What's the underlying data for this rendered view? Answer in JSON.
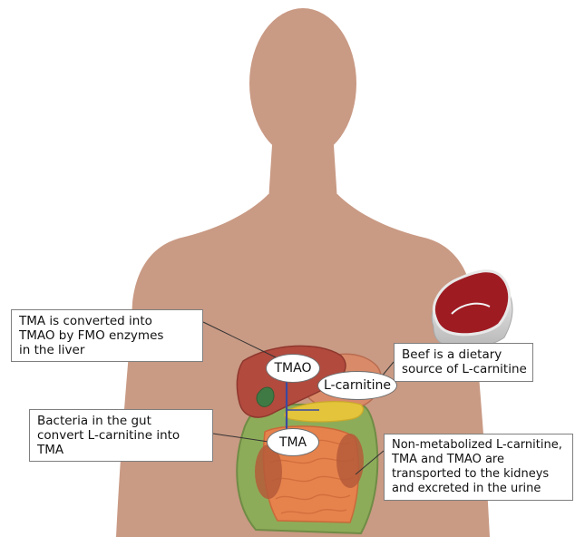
{
  "callouts": {
    "liver": {
      "lines": [
        "TMA is converted into",
        "TMAO by FMO enzymes",
        "in the liver"
      ]
    },
    "gut": {
      "lines": [
        "Bacteria in the gut",
        "convert L-carnitine into",
        "TMA"
      ]
    },
    "beef": {
      "lines": [
        "Beef is a dietary",
        "source of L-carnitine"
      ]
    },
    "kidneys": {
      "lines": [
        "Non-metabolized L-carnitine,",
        "TMA and TMAO are",
        "transported to the kidneys",
        "and excreted in the urine"
      ]
    }
  },
  "bubbles": {
    "tmao": "TMAO",
    "carnitine": "L-carnitine",
    "tma": "TMA"
  },
  "colors": {
    "body": "#c99a84",
    "liver": "#b24a3e",
    "large_intestine": "#8dac59",
    "small_intestine": "#e6824c",
    "stomach": "#d98a68",
    "pancreas": "#e3c43a",
    "kidney": "#b55a3a",
    "gallbladder": "#3f7a45",
    "vessel": "#3a4aa0",
    "beef": "#9e1b22"
  }
}
